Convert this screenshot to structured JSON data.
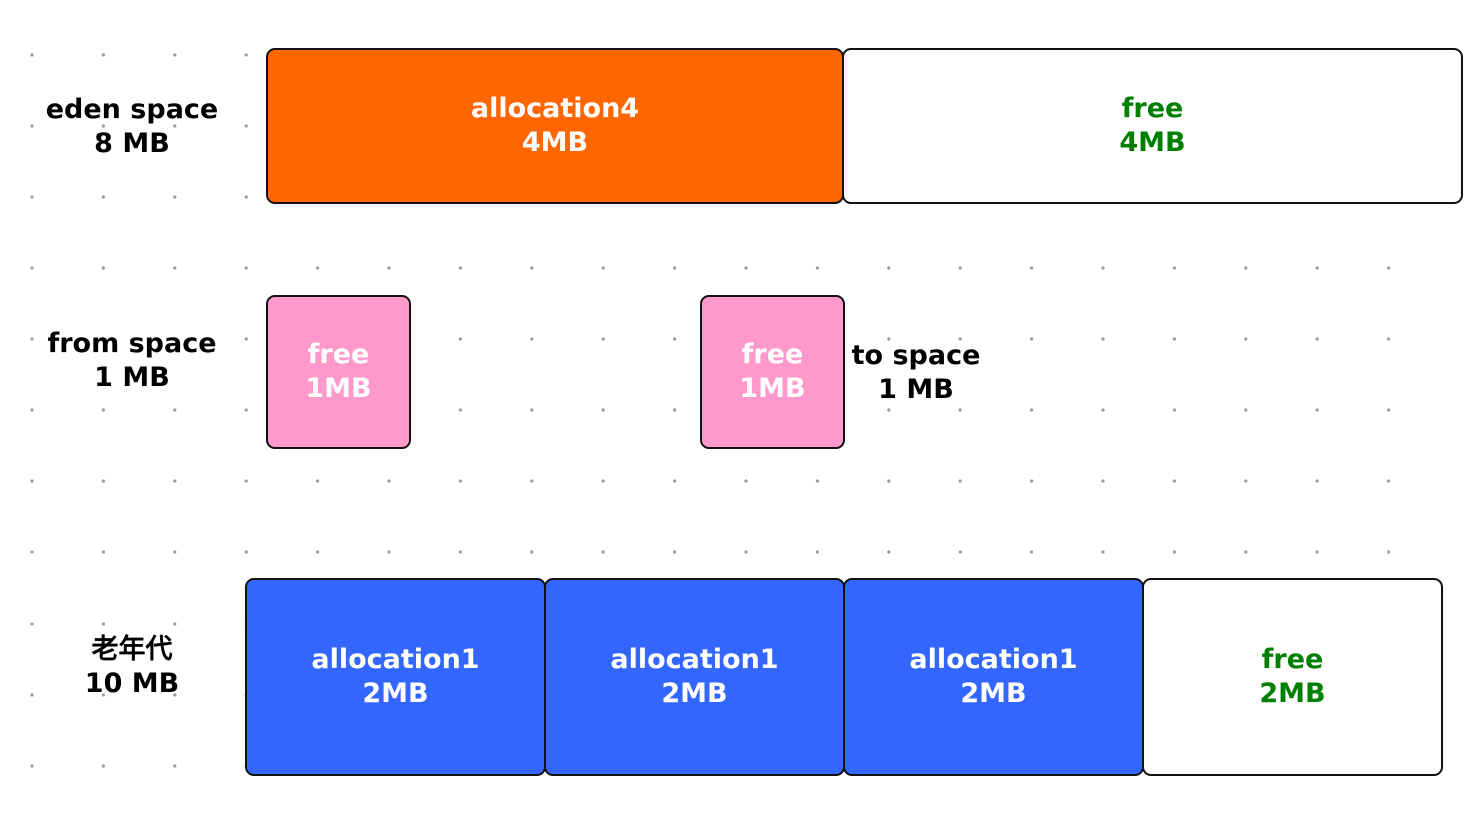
{
  "colors": {
    "allocated_eden": "#ff6600",
    "free_fill": "#ffffff",
    "free_text": "#008000",
    "survivor": "#ff99cc",
    "allocated_old": "#3366ff"
  },
  "eden": {
    "label": "eden space",
    "size": "8 MB",
    "blocks": [
      {
        "name": "allocation4",
        "size": "4MB"
      },
      {
        "name": "free",
        "size": "4MB"
      }
    ]
  },
  "from_space": {
    "label": "from space",
    "size": "1 MB",
    "block": {
      "name": "free",
      "size": "1MB"
    }
  },
  "to_space": {
    "label": "to space",
    "size": "1 MB",
    "block": {
      "name": "free",
      "size": "1MB"
    }
  },
  "old_gen": {
    "label": "老年代",
    "size": "10 MB",
    "blocks": [
      {
        "name": "allocation1",
        "size": "2MB"
      },
      {
        "name": "allocation1",
        "size": "2MB"
      },
      {
        "name": "allocation1",
        "size": "2MB"
      },
      {
        "name": "free",
        "size": "2MB"
      }
    ]
  }
}
